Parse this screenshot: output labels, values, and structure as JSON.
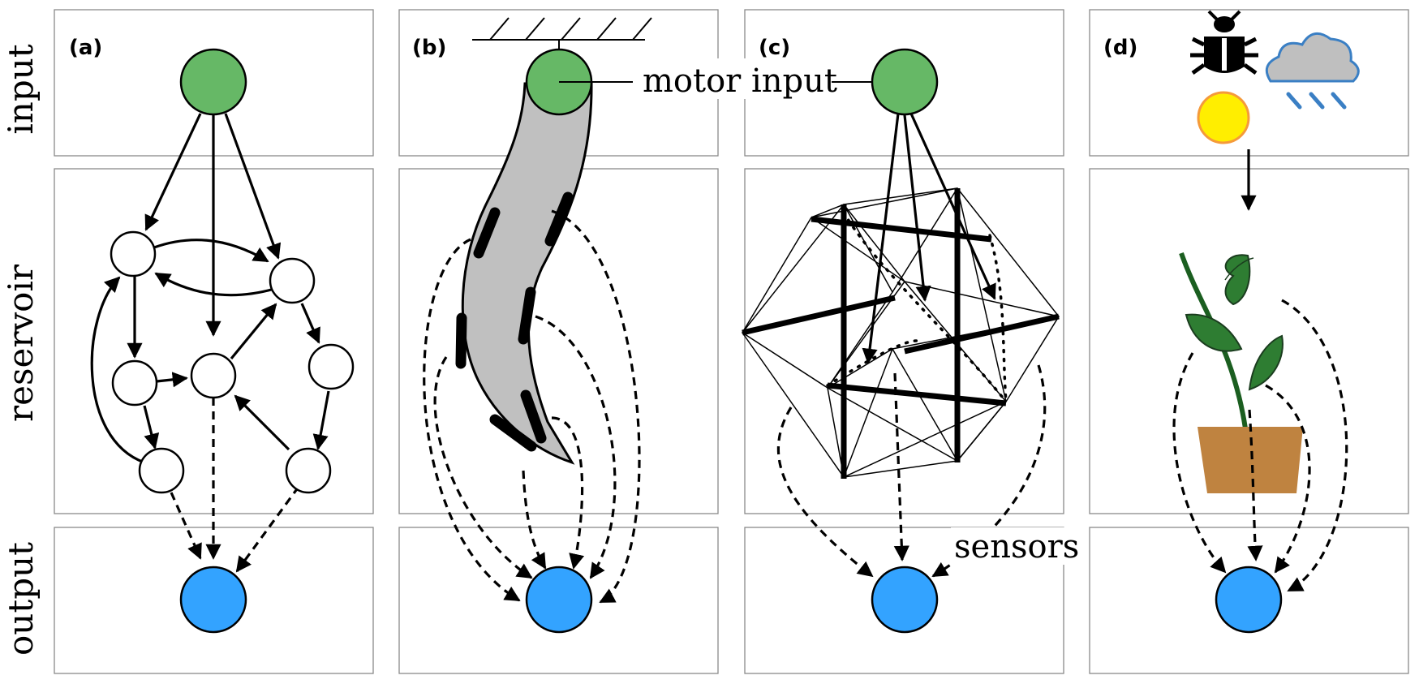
{
  "rows": {
    "input": "input",
    "reservoir": "reservoir",
    "output": "output"
  },
  "panels": {
    "a": "(a)",
    "b": "(b)",
    "c": "(c)",
    "d": "(d)"
  },
  "annotations": {
    "motor_input": "motor input",
    "sensors": "sensors"
  },
  "icons": [
    "bug-icon",
    "rain-cloud-icon",
    "sun-icon",
    "plant-pot-icon"
  ],
  "colors": {
    "input_node": "#66b866",
    "output_node": "#33a3ff",
    "soft_body": "#c0c0c0",
    "sun": "#ffee00",
    "sun_outline": "#f59a3a",
    "cloud": "#bfbfbf",
    "cloud_outline": "#3a7fc4",
    "rain": "#3a7fc4",
    "leaf": "#2e7d32",
    "pot": "#bf8340"
  }
}
